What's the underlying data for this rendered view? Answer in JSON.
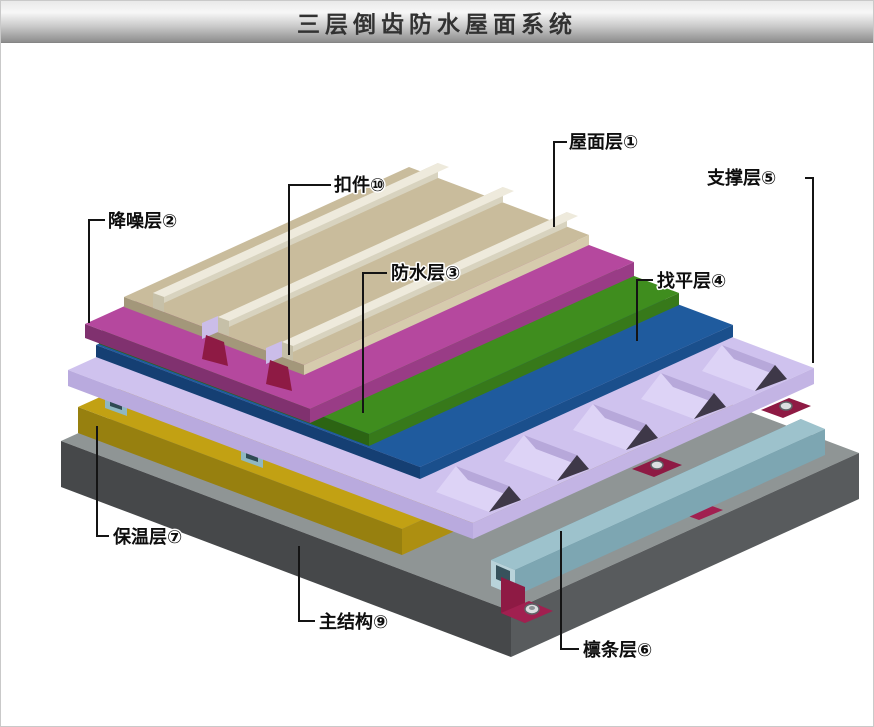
{
  "header": {
    "title": "三层倒齿防水屋面系统"
  },
  "diagram": {
    "labels": {
      "roof": "屋面层①",
      "noise": "降噪层②",
      "waterproof": "防水层③",
      "leveling": "找平层④",
      "support": "支撑层⑤",
      "purlin": "檩条层⑥",
      "insulation": "保温层⑦",
      "structure": "主结构⑨",
      "fastener": "扣件⑩"
    },
    "colors": {
      "roof": "#c9bc9c",
      "batten": "#eeeadc",
      "noise": "#b5489e",
      "waterproof": "#3f8d1e",
      "leveling": "#1f5b9e",
      "support": "#cfc2ee",
      "purlin": "#9dc2cc",
      "insulation": "#c2a113",
      "structure": "#8f9595",
      "fastener": "#8e1a44"
    }
  }
}
